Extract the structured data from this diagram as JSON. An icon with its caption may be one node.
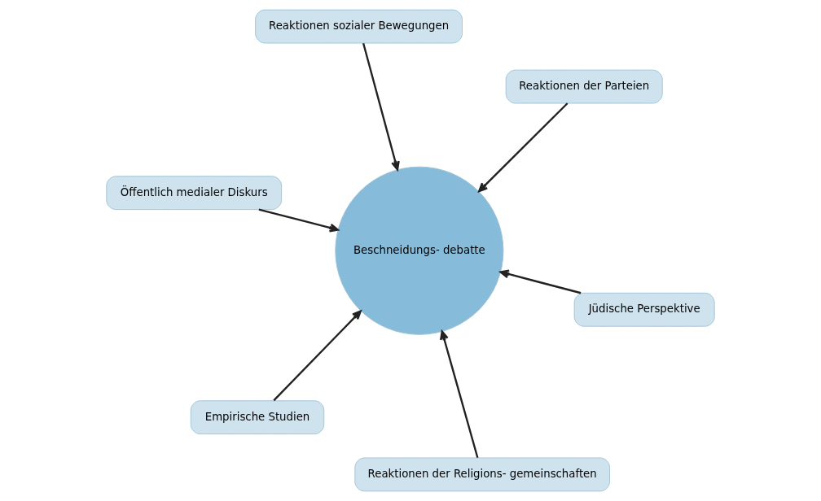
{
  "diagram": {
    "nodes": [
      {
        "text": [
          "Öffentlich medialer Diskurs"
        ]
      },
      {
        "text": [
          "Jüdische Perspektive"
        ]
      },
      {
        "text": [
          "Reaktionen der Religions- gemeinschaften"
        ]
      },
      {
        "text": [
          "Reaktionen sozialer Bewegungen"
        ]
      },
      {
        "text": [
          "Reaktionen der Parteien"
        ]
      },
      {
        "text": [
          "Beschneidungs- debatte"
        ]
      },
      {
        "text": [
          "Empirische Studien"
        ]
      }
    ],
    "edges": [
      {
        "from": 0,
        "to": 5,
        "arrow": "to"
      },
      {
        "from": 1,
        "to": 5,
        "arrow": "to"
      },
      {
        "from": 2,
        "to": 5,
        "arrow": "to"
      },
      {
        "from": 3,
        "to": 5,
        "arrow": "to"
      },
      {
        "from": 4,
        "to": 5,
        "arrow": "to"
      },
      {
        "from": 6,
        "to": 5,
        "arrow": "to"
      }
    ]
  }
}
